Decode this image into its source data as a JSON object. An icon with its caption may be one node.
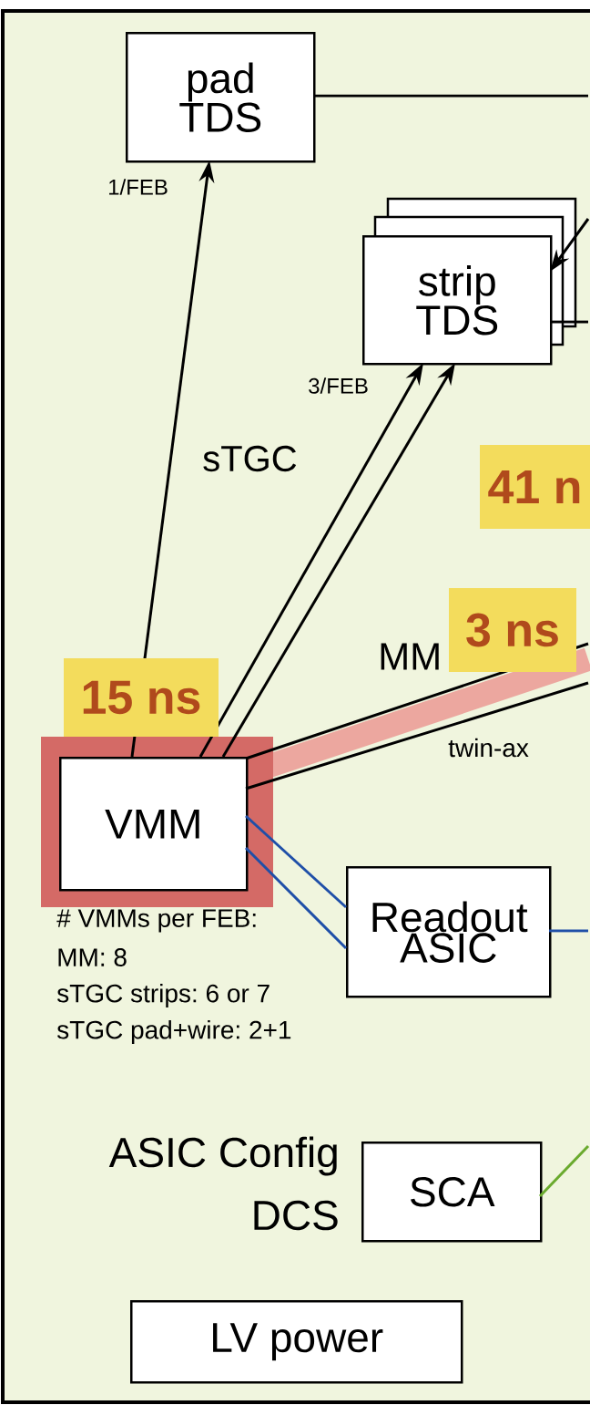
{
  "diagram": {
    "nodes": [
      {
        "text": [
          "pad TDS"
        ],
        "beside": [
          "1/FEB"
        ]
      },
      {
        "text": [
          "strip TDS"
        ],
        "beside": [
          "3/FEB"
        ]
      },
      {
        "text": [
          "VMM"
        ],
        "beside": [
          "# VMMs per FEB:",
          "MM: 8",
          "sTGC strips: 6 or 7",
          "sTGC pad+wire: 2+1"
        ]
      },
      {
        "text": [
          "Readout ASIC"
        ]
      },
      {
        "text": [
          "SCA"
        ],
        "beside": [
          "ASIC Config",
          "DCS"
        ]
      },
      {
        "text": [
          "LV power"
        ]
      }
    ],
    "edges": [
      {
        "from": 2,
        "to": 0,
        "arrow": "to"
      },
      {
        "from": 2,
        "to": 1,
        "arrow": "to"
      },
      {
        "from": 2,
        "to": 1,
        "arrow": "to"
      },
      {
        "from": 2,
        "to": null,
        "arrow": "none"
      },
      {
        "from": 2,
        "to": null,
        "arrow": "none"
      },
      {
        "from": 2,
        "to": 3,
        "arrow": "none",
        "color": "#1f4fa8"
      },
      {
        "from": 2,
        "to": 3,
        "arrow": "none",
        "color": "#1f4fa8"
      },
      {
        "from": 0,
        "to": null,
        "arrow": "none"
      },
      {
        "from": null,
        "to": 1,
        "arrow": "to"
      },
      {
        "from": 1,
        "to": null,
        "arrow": "none"
      },
      {
        "from": 3,
        "to": null,
        "arrow": "none",
        "color": "#1f4fa8"
      },
      {
        "from": 4,
        "to": null,
        "arrow": "none",
        "color": "#6aaa2e"
      }
    ],
    "labels": [
      "sTGC",
      "41 n",
      "3 ns",
      "MM",
      "15 ns",
      "twin-ax"
    ]
  }
}
